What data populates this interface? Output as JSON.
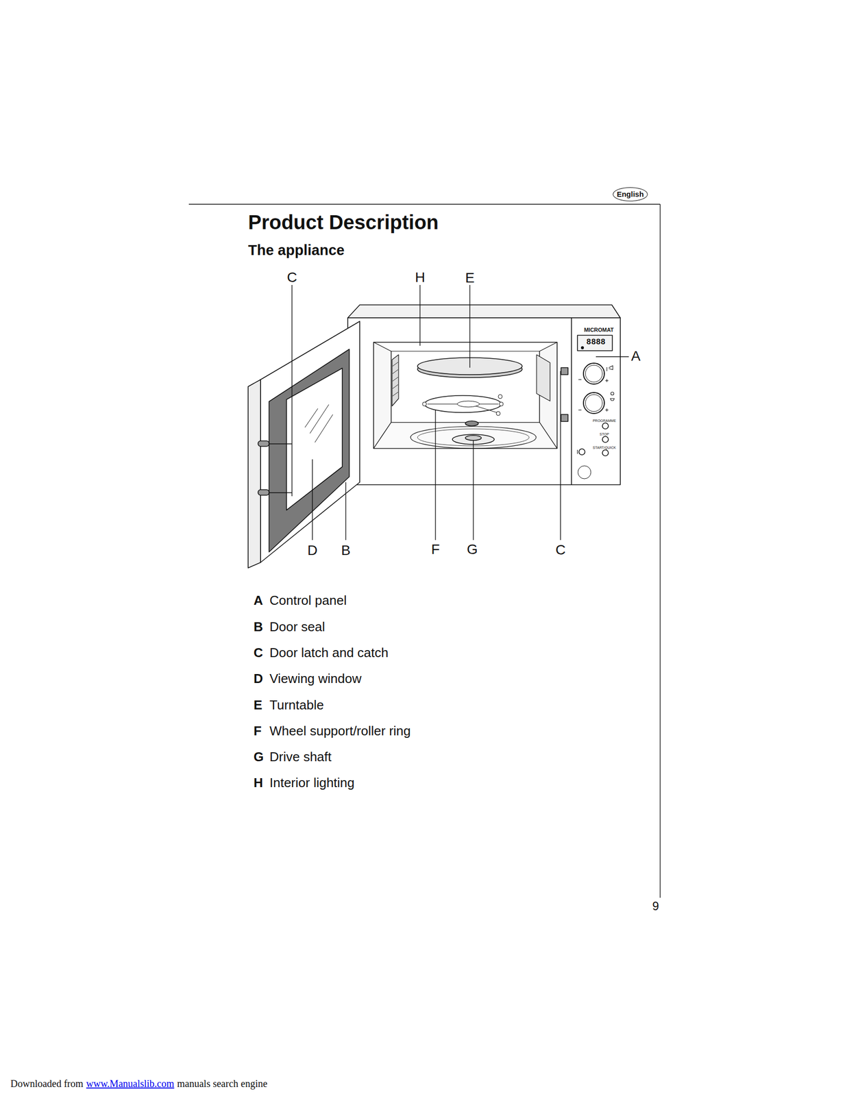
{
  "diagram": {
    "title": "Product Description",
    "nodes": [
      {
        "text": [
          "English"
        ]
      }
    ],
    "labels": [
      "C",
      "H",
      "E",
      "A",
      "D",
      "B",
      "F",
      "G",
      "C",
      "MICROMAT",
      "8888",
      "PROGRAMME",
      "STOP",
      "START/QUICK",
      "A",
      "Control panel",
      "B",
      "Door seal",
      "C",
      "Door latch and catch",
      "D",
      "Viewing window",
      "E",
      "Turntable",
      "F",
      "Wheel support/roller ring",
      "G",
      "Drive shaft",
      "H",
      "Interior lighting",
      "The appliance",
      "9",
      "Downloaded from",
      "www.Manualslib.com",
      "manuals search engine"
    ]
  }
}
